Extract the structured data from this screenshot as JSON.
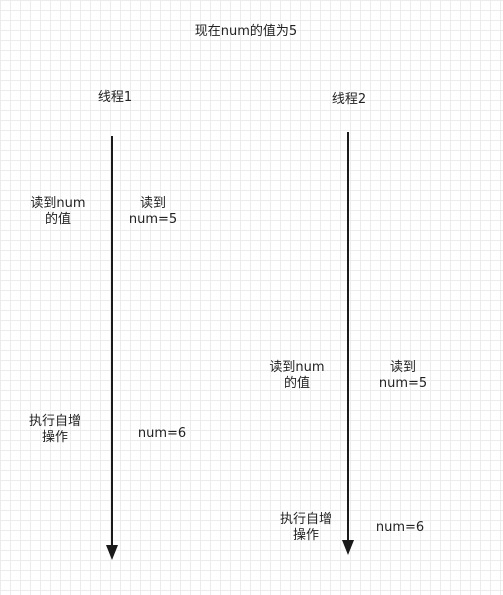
{
  "title": "现在num的值为5",
  "threads": [
    {
      "name": "线程1",
      "read_label": [
        "读到num",
        "的值"
      ],
      "read_value": [
        "读到",
        "num=5"
      ],
      "inc_label": [
        "执行自增",
        "操作"
      ],
      "inc_value": "num=6"
    },
    {
      "name": "线程2",
      "read_label": [
        "读到num",
        "的值"
      ],
      "read_value": [
        "读到",
        "num=5"
      ],
      "inc_label": [
        "执行自增",
        "操作"
      ],
      "inc_value": "num=6"
    }
  ],
  "colors": {
    "arrow": "#1a1a1a",
    "grid": "#ececec"
  }
}
